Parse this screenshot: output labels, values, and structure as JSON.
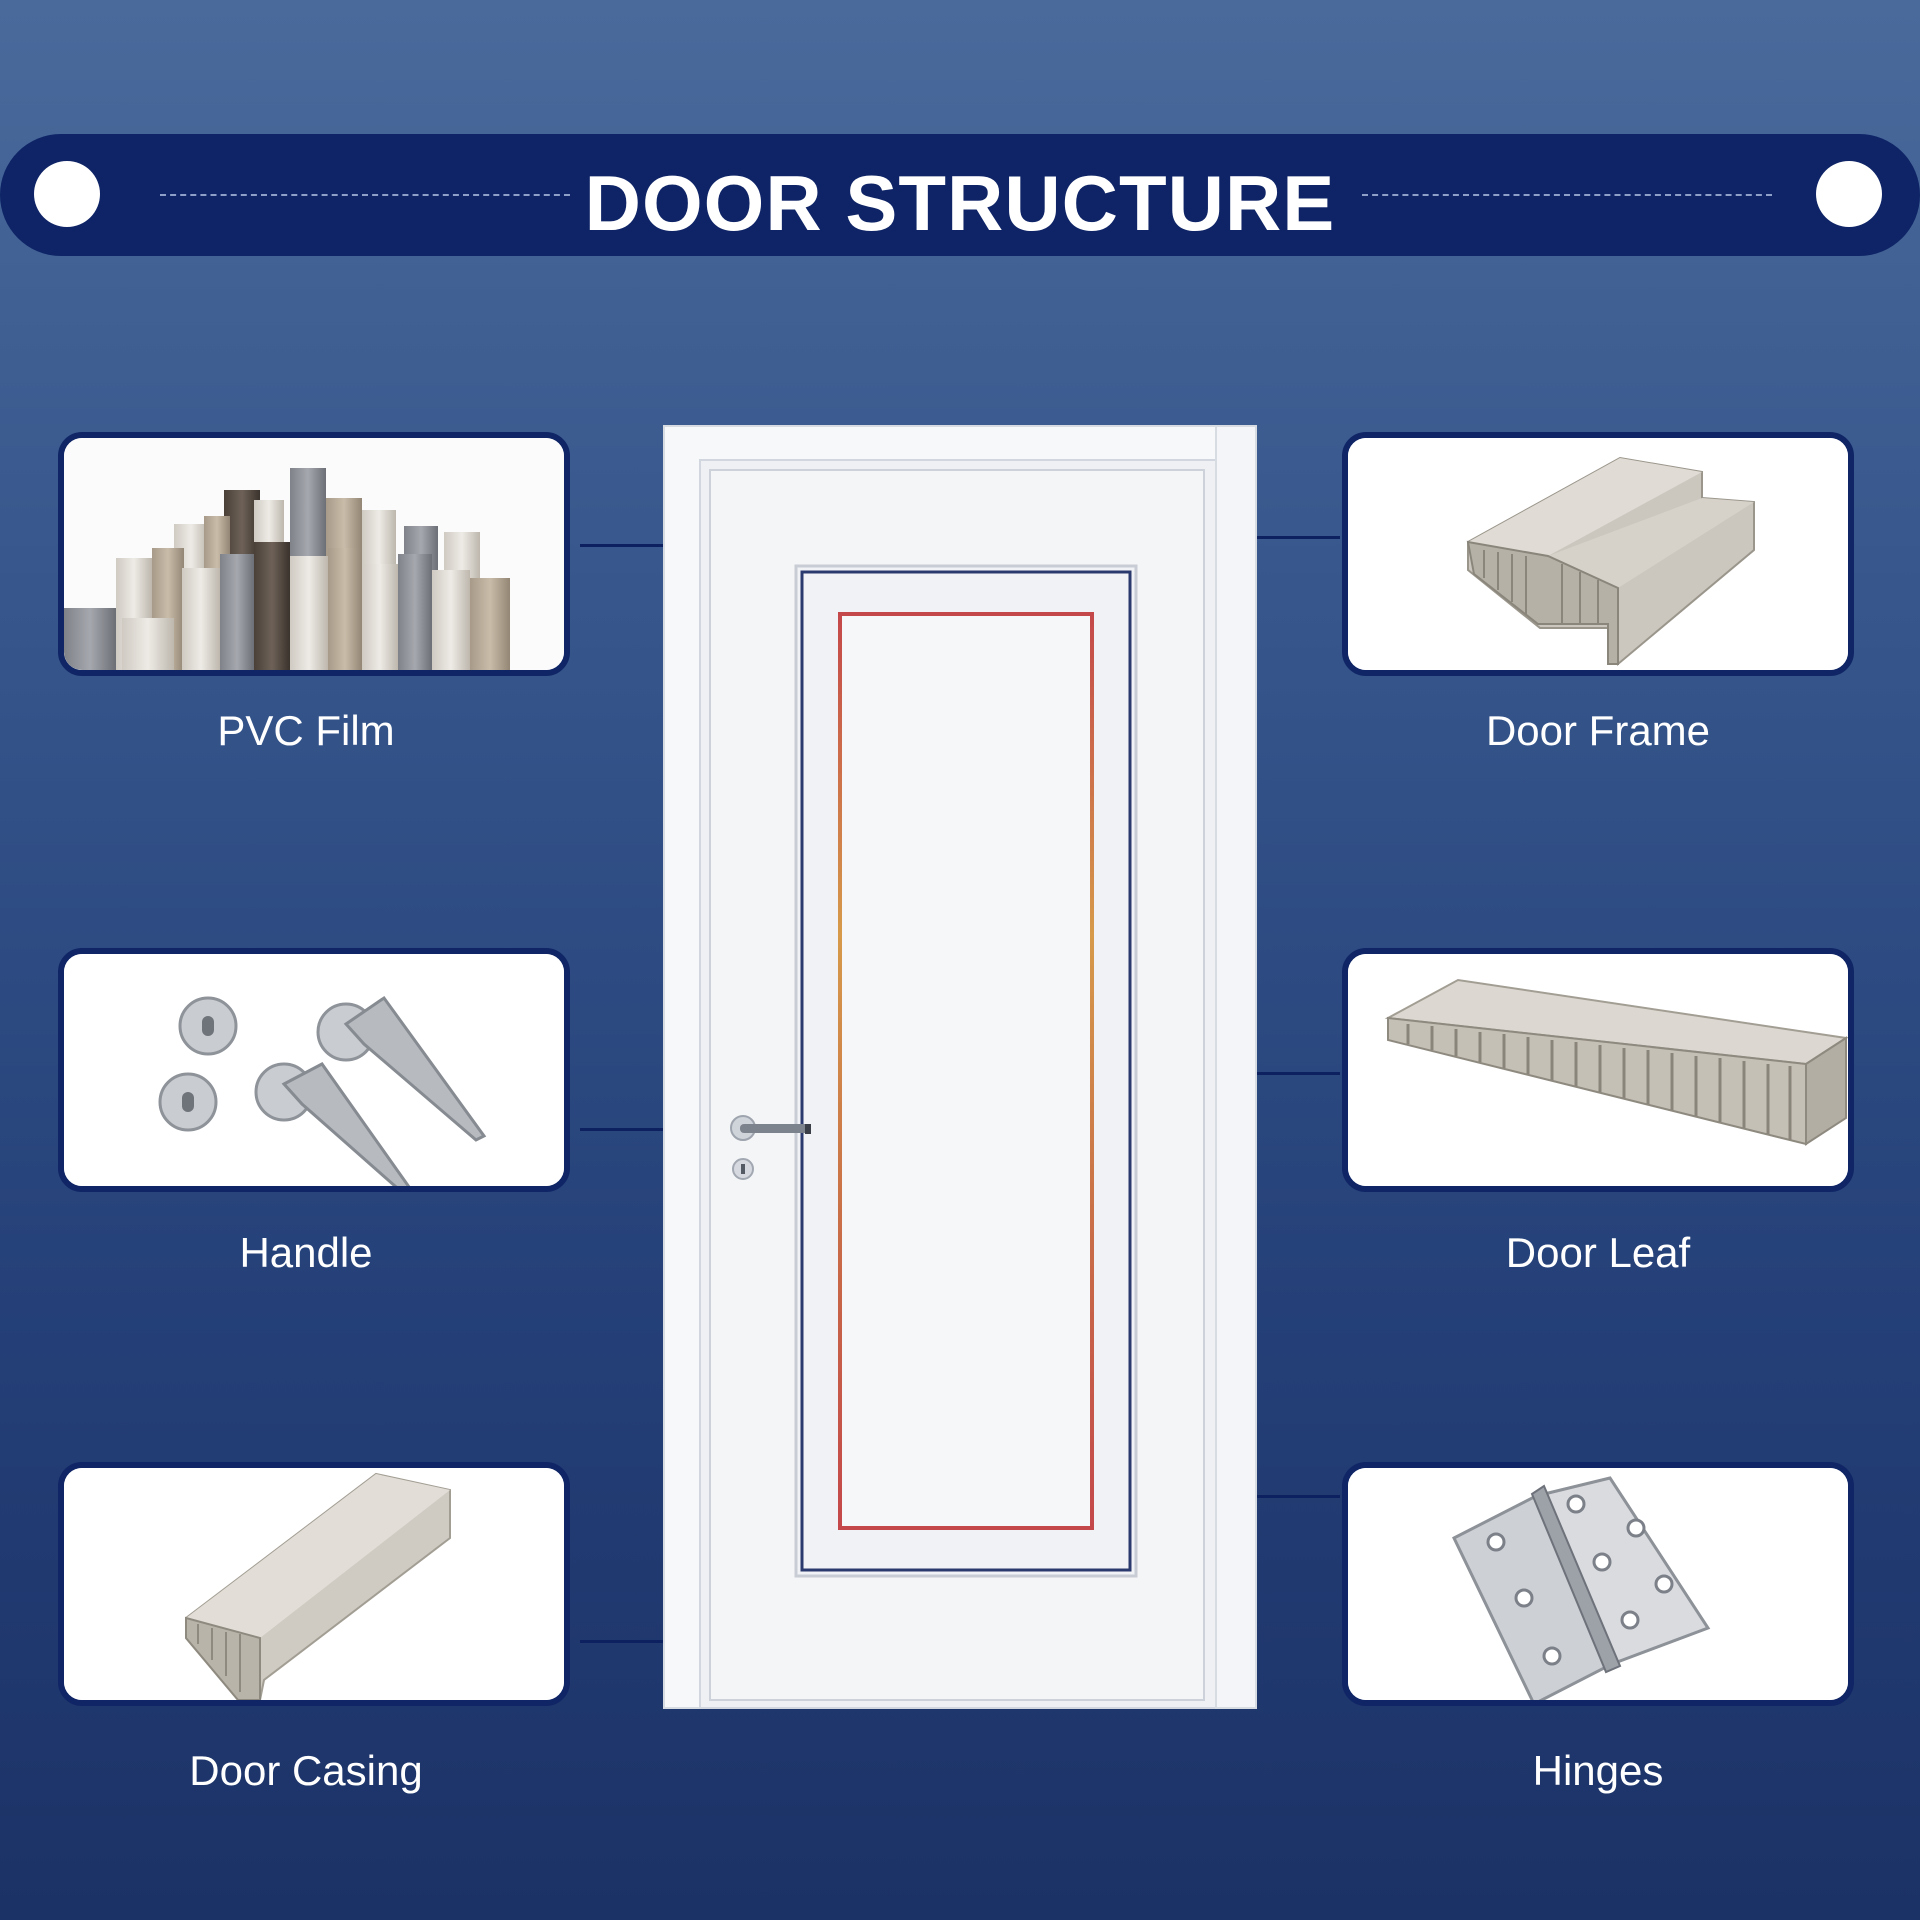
{
  "header": {
    "title": "DOOR STRUCTURE"
  },
  "components": {
    "pvc_film": {
      "label": "PVC Film"
    },
    "handle": {
      "label": "Handle"
    },
    "door_casing": {
      "label": "Door Casing"
    },
    "door_frame": {
      "label": "Door Frame"
    },
    "door_leaf": {
      "label": "Door Leaf"
    },
    "hinges": {
      "label": "Hinges"
    }
  },
  "colors": {
    "banner": "#0e2466",
    "card_border": "#0f2565",
    "connector": "#0d2160",
    "door": "#f4f5f7",
    "inlay_red": "#c4484a",
    "inlay_blue": "#2a3a6e"
  }
}
